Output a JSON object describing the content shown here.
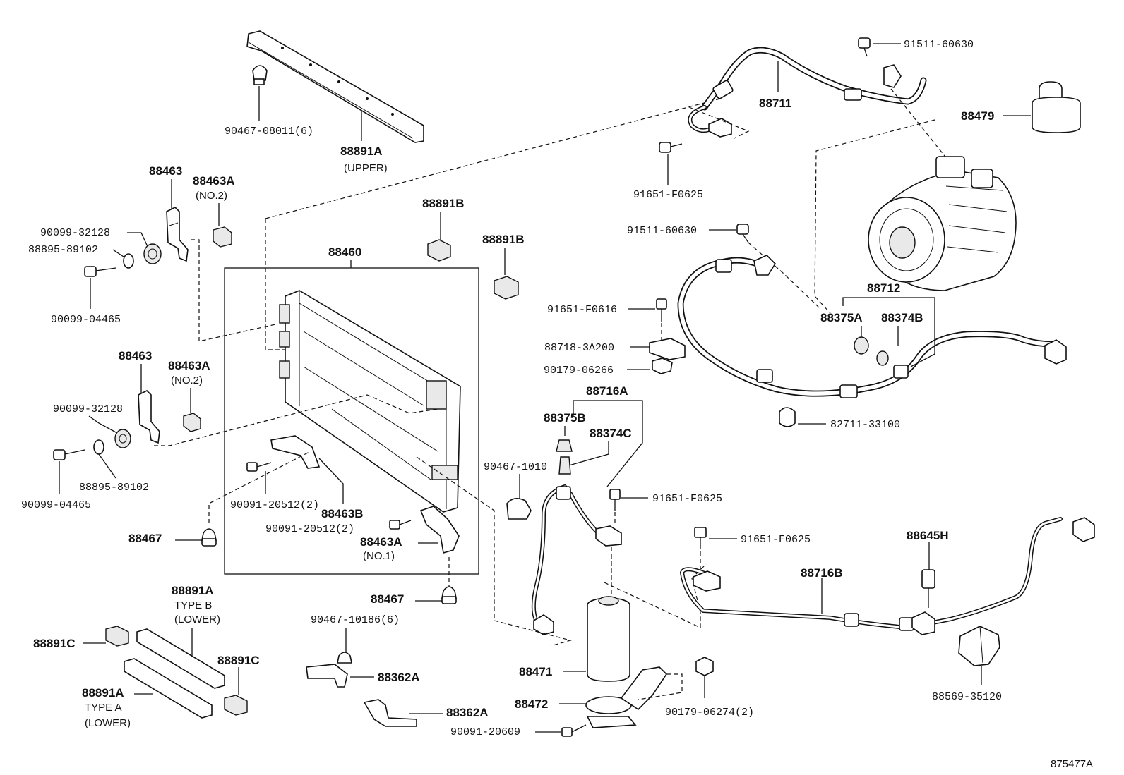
{
  "labels": {
    "p90467_08011": "90467-08011(6)",
    "p88891A_upper": "88891A",
    "upper": "(UPPER)",
    "p88463_top": "88463",
    "p88463A_top": "88463A",
    "no2_top": "(NO.2)",
    "p90099_32128_top": "90099-32128",
    "p88895_89102_top": "88895-89102",
    "p90099_04465_top": "90099-04465",
    "p88891B_1": "88891B",
    "p88891B_2": "88891B",
    "p88460": "88460",
    "p88463_mid": "88463",
    "p88463A_mid": "88463A",
    "no2_mid": "(NO.2)",
    "p90099_32128_mid": "90099-32128",
    "p88895_89102_mid": "88895-89102",
    "p90099_04465_mid": "90099-04465",
    "p90091_20512_a": "90091-20512(2)",
    "p88463B": "88463B",
    "p90091_20512_b": "90091-20512(2)",
    "p88463A_no1": "88463A",
    "no1": "(NO.1)",
    "p88467_a": "88467",
    "p88467_b": "88467",
    "p88891A_typeB": "88891A",
    "typeB": "TYPE B",
    "lowerB": "(LOWER)",
    "p88891C_a": "88891C",
    "p88891C_b": "88891C",
    "p88891A_typeA": "88891A",
    "typeA": "TYPE A",
    "lowerA": "(LOWER)",
    "p90467_10186": "90467-10186(6)",
    "p88362A_a": "88362A",
    "p88362A_b": "88362A",
    "p90091_20609": "90091-20609",
    "p88711": "88711",
    "p91511_60630_top": "91511-60630",
    "p88479": "88479",
    "p91651_F0625_top": "91651-F0625",
    "p91511_60630_mid": "91511-60630",
    "p88712": "88712",
    "p88375A": "88375A",
    "p88374B": "88374B",
    "p82711_33100": "82711-33100",
    "p91651_F0616": "91651-F0616",
    "p88718_3A200": "88718-3A200",
    "p90179_06266": "90179-06266",
    "p88716A": "88716A",
    "p88375B": "88375B",
    "p88374C": "88374C",
    "p90467_1010": "90467-1010",
    "p91651_F0625_mid": "91651-F0625",
    "p91651_F0625_low": "91651-F0625",
    "p88716B": "88716B",
    "p88645H": "88645H",
    "p88471": "88471",
    "p88472": "88472",
    "p90179_06274": "90179-06274(2)",
    "p88569_35120": "88569-35120",
    "figure_code": "875477A"
  }
}
